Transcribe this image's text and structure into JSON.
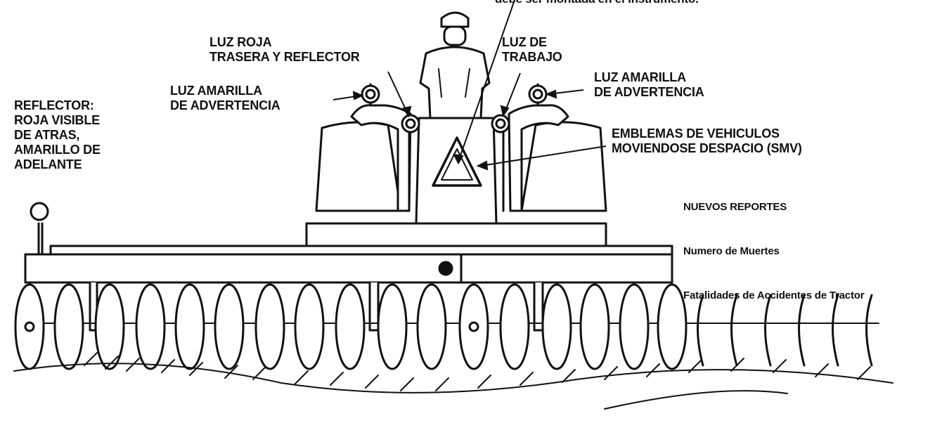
{
  "diagram": {
    "top_caption": "debe ser montada en el instrumento.",
    "luz_roja": [
      "LUZ ROJA",
      "TRASERA Y REFLECTOR"
    ],
    "luz_trabajo": [
      "LUZ DE",
      "TRABAJO"
    ],
    "luz_amarilla_left": [
      "LUZ AMARILLA",
      "DE ADVERTENCIA"
    ],
    "luz_amarilla_right": [
      "LUZ AMARILLA",
      "DE ADVERTENCIA"
    ],
    "reflector": [
      "REFLECTOR:",
      "ROJA VISIBLE",
      "DE ATRAS,",
      "AMARILLO DE",
      "ADELANTE"
    ],
    "emblemas": [
      "EMBLEMAS DE VEHICULOS",
      "MOVIENDOSE DESPACIO (SMV)"
    ],
    "nuevos_reportes": "NUEVOS REPORTES",
    "numero_muertes": "Numero de Muertes",
    "fatalidades": "Fatalidades de Accidentes de Tractor"
  },
  "colors": {
    "ink": "#111111",
    "paper": "#ffffff"
  }
}
